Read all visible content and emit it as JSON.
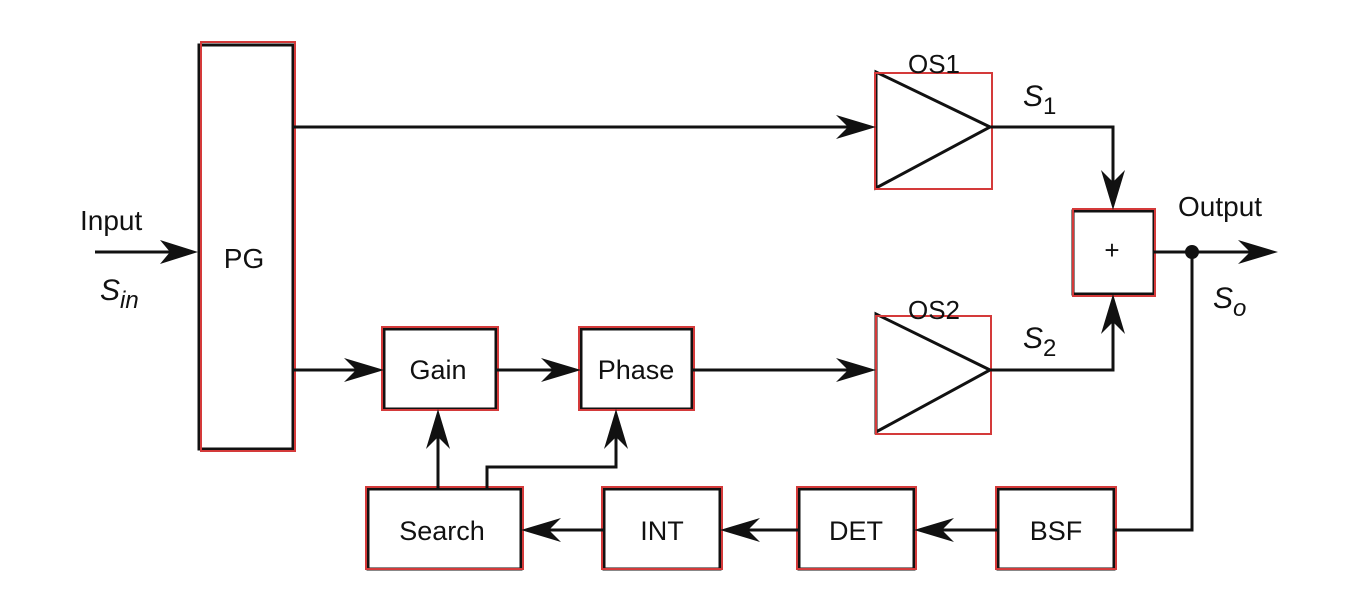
{
  "labels": {
    "input": "Input",
    "sin_main": "S",
    "sin_sub": "in",
    "output": "Output",
    "so_main": "S",
    "so_sub": "o",
    "s1_main": "S",
    "s1_sub": "1",
    "s2_main": "S",
    "s2_sub": "2"
  },
  "blocks": {
    "pg": "PG",
    "os1": "OS1",
    "os2": "OS2",
    "gain": "Gain",
    "phase": "Phase",
    "summer": "+",
    "search": "Search",
    "int": "INT",
    "det": "DET",
    "bsf": "BSF"
  },
  "colors": {
    "line": "#111111",
    "highlight": "#d43a3a"
  }
}
